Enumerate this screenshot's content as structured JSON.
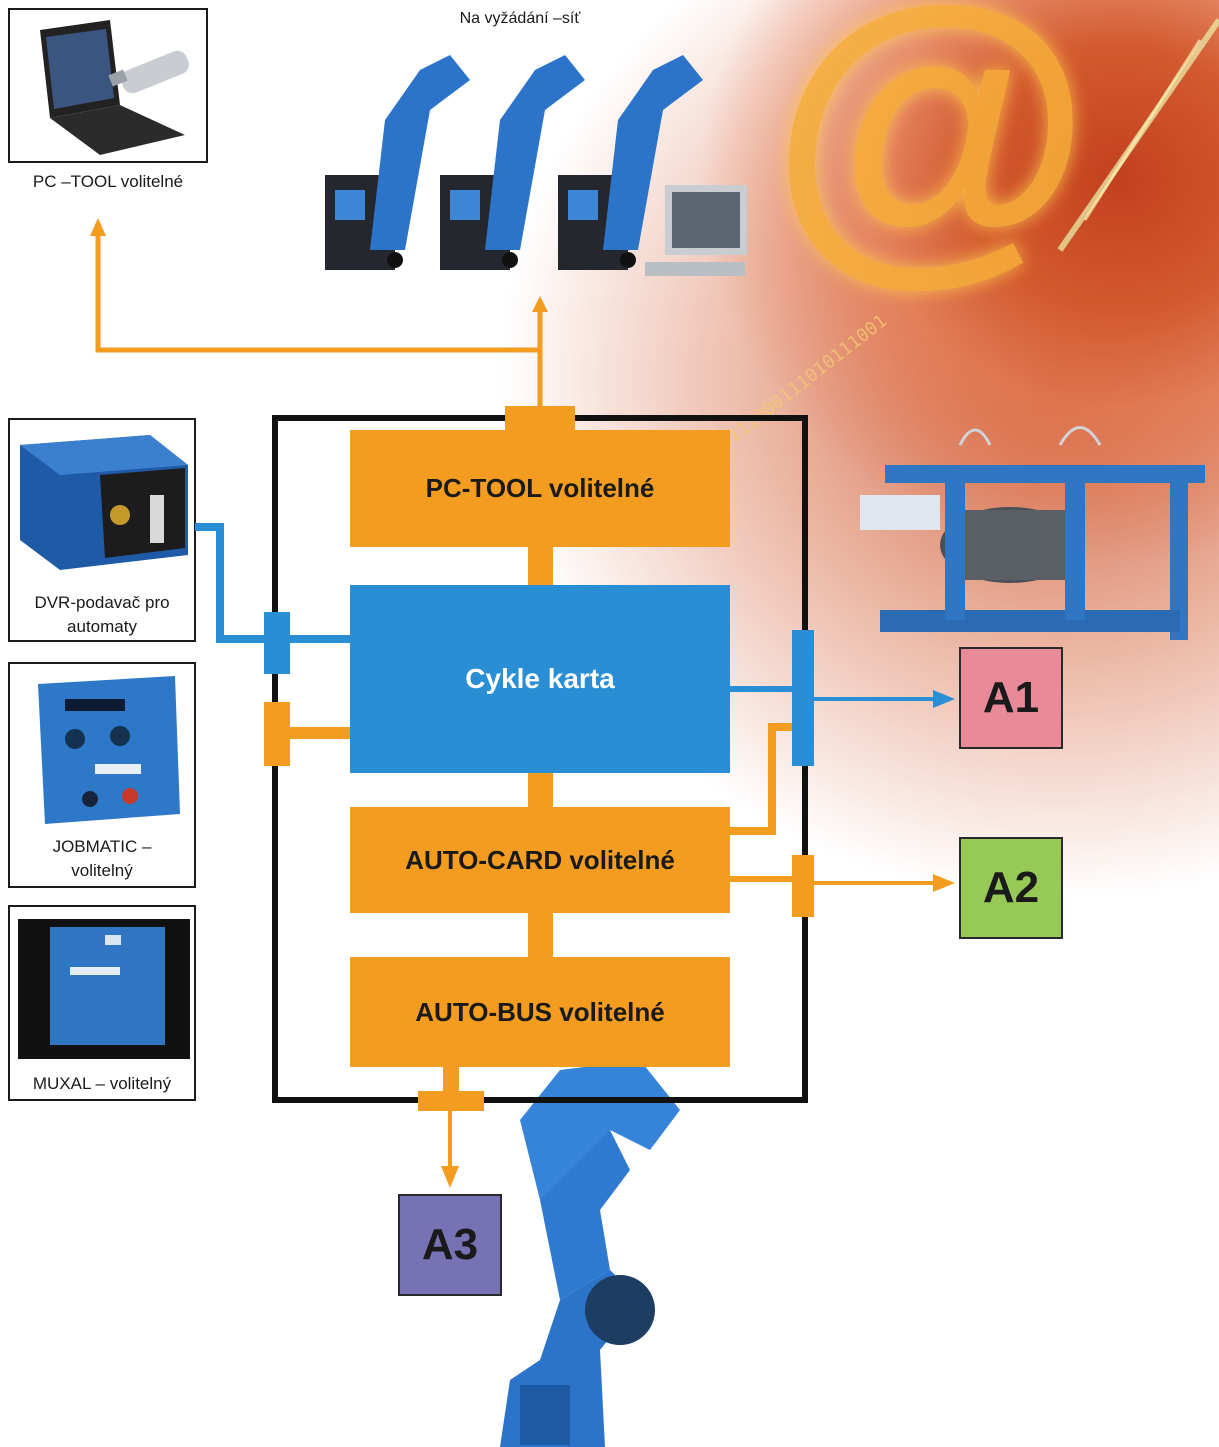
{
  "network_caption": "Na vyžádání –síť",
  "thumbnails": [
    {
      "id": "pc-tool",
      "caption_lines": [
        "PC –TOOL volitelné"
      ]
    },
    {
      "id": "dvr",
      "caption_lines": [
        "DVR-podavač pro",
        "automaty"
      ]
    },
    {
      "id": "jobmatic",
      "caption_lines": [
        "JOBMATIC –",
        "volitelný"
      ]
    },
    {
      "id": "muxal",
      "caption_lines": [
        "MUXAL – volitelný"
      ]
    }
  ],
  "blocks": {
    "pc_tool": "PC-TOOL volitelné",
    "cycle_card": "Cykle karta",
    "auto_card": "AUTO-CARD volitelné",
    "auto_bus": "AUTO-BUS volitelné"
  },
  "outputs": {
    "a1": "A1",
    "a2": "A2",
    "a3": "A3"
  },
  "colors": {
    "orange": "#f39c20",
    "blue": "#2a8ed4",
    "a1": "#e88a98",
    "a2": "#96c956",
    "a3": "#7672b4",
    "background_glow": "#c2411d"
  },
  "icons": [
    "laptop-icon",
    "usb-stick-icon",
    "welding-robot-icon",
    "welder-cabinet-icon",
    "monitor-icon",
    "at-sign-icon",
    "wire-feeder-icon",
    "control-panel-icon",
    "welding-fixture-icon"
  ]
}
